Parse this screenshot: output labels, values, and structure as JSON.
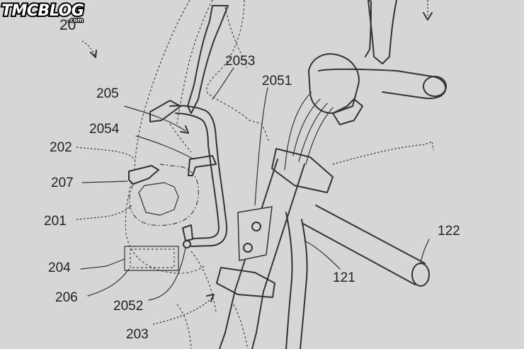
{
  "labels": {
    "l20": "20",
    "l205": "205",
    "l2054": "2054",
    "l202": "202",
    "l207": "207",
    "l201": "201",
    "l204": "204",
    "l206": "206",
    "l2052": "2052",
    "l203": "203",
    "l2053": "2053",
    "l2051": "2051",
    "l121": "121",
    "l122": "122"
  },
  "watermark": {
    "brand": "TMCBLOG",
    "domain": ".com"
  }
}
